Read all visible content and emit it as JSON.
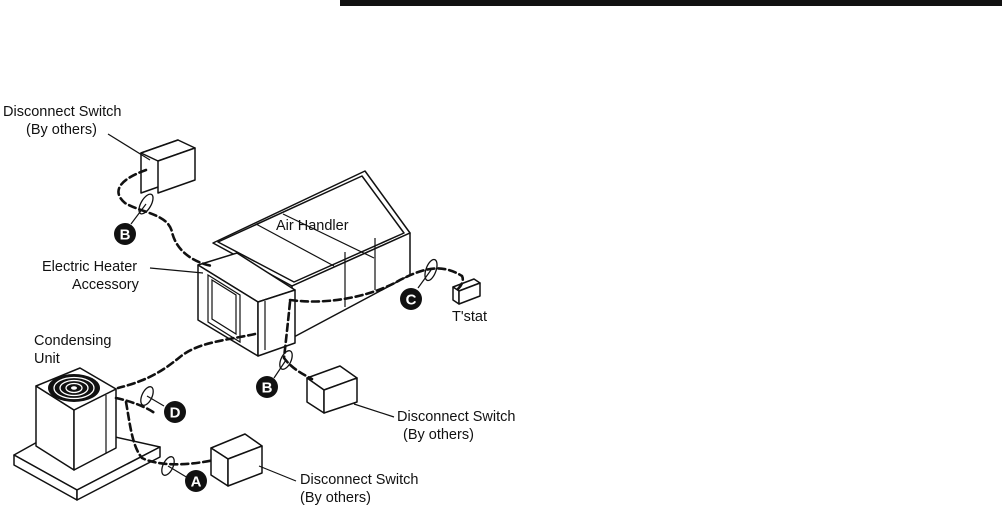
{
  "labels": {
    "disconnect_top_line1": "Disconnect Switch",
    "disconnect_top_line2": "(By others)",
    "air_handler": "Air Handler",
    "heater_line1": "Electric Heater",
    "heater_line2": "Accessory",
    "tstat": "T'stat",
    "condensing_line1": "Condensing",
    "condensing_line2": "Unit",
    "disconnect_mid_line1": "Disconnect Switch",
    "disconnect_mid_line2": "(By others)",
    "disconnect_bot_line1": "Disconnect Switch",
    "disconnect_bot_line2": "(By others)"
  },
  "wire_badges": {
    "a": "A",
    "b_top": "B",
    "b_mid": "B",
    "c": "C",
    "d": "D"
  }
}
